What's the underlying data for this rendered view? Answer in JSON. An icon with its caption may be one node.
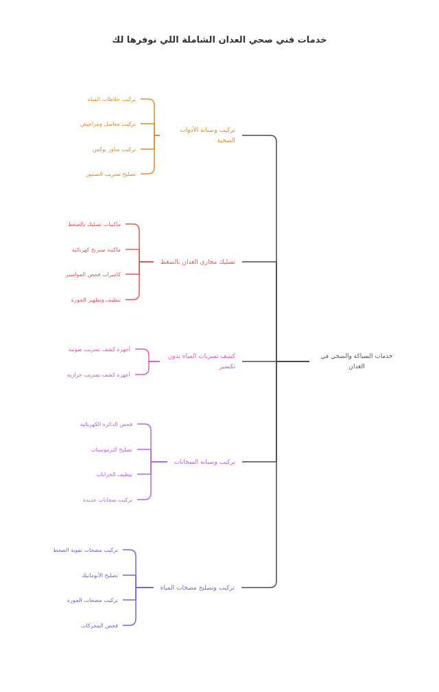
{
  "diagram": {
    "title": "خدمات فني صحي العدان الشاملة اللي نوفرها لك",
    "nodes": [
      {
        "text": [
          "خدمات السباكة والصحي في العدان"
        ]
      },
      {
        "text": [
          "تركيب وصيانة الأدوات الصحية"
        ]
      },
      {
        "text": [
          "تركيب خلاطات المياه"
        ]
      },
      {
        "text": [
          "تركيب مغاسل ومراحيض"
        ]
      },
      {
        "text": [
          "تركيب شاور بوكس"
        ]
      },
      {
        "text": [
          "تصليح تسريب الصنبور"
        ]
      },
      {
        "text": [
          "تسليك مجاري العدان بالضغط"
        ]
      },
      {
        "text": [
          "ماكينات تسليك بالضغط"
        ]
      },
      {
        "text": [
          "ماكينة سبرنج كهربائية"
        ]
      },
      {
        "text": [
          "كاميرات فحص المواسير"
        ]
      },
      {
        "text": [
          "تنظيف وتطهير الجورة"
        ]
      },
      {
        "text": [
          "كشف تسربات المياه بدون تكسير"
        ]
      },
      {
        "text": [
          "أجهزة كشف تسريب صوتية"
        ]
      },
      {
        "text": [
          "أجهزة كشف تسريب حرارية"
        ]
      },
      {
        "text": [
          "تركيب وصيانة السخانات"
        ]
      },
      {
        "text": [
          "فحص الدائرة الكهربائية"
        ]
      },
      {
        "text": [
          "تصليح الثرموستات"
        ]
      },
      {
        "text": [
          "تنظيف الخزانات"
        ]
      },
      {
        "text": [
          "تركيب سخانات جديدة"
        ]
      },
      {
        "text": [
          "تركيب وتصليح مضخات المياه"
        ]
      },
      {
        "text": [
          "تركيب مضخات تقوية الضغط"
        ]
      },
      {
        "text": [
          "تصليح الأتوماتيك"
        ]
      },
      {
        "text": [
          "تركيب مضخات الجورة"
        ]
      },
      {
        "text": [
          "فحص المحركات"
        ]
      }
    ],
    "edges": [
      {
        "from": 0,
        "to": 1,
        "arrow": "none"
      },
      {
        "from": 1,
        "to": 2,
        "arrow": "none",
        "color": "#e08b35"
      },
      {
        "from": 1,
        "to": 3,
        "arrow": "none",
        "color": "#e08b35"
      },
      {
        "from": 1,
        "to": 4,
        "arrow": "none",
        "color": "#e08b35"
      },
      {
        "from": 1,
        "to": 5,
        "arrow": "none",
        "color": "#e08b35"
      },
      {
        "from": 0,
        "to": 6,
        "arrow": "none"
      },
      {
        "from": 6,
        "to": 7,
        "arrow": "none",
        "color": "#d85c5c"
      },
      {
        "from": 6,
        "to": 8,
        "arrow": "none",
        "color": "#d85c5c"
      },
      {
        "from": 6,
        "to": 9,
        "arrow": "none",
        "color": "#d85c5c"
      },
      {
        "from": 6,
        "to": 10,
        "arrow": "none",
        "color": "#d85c5c"
      },
      {
        "from": 0,
        "to": 11,
        "arrow": "none"
      },
      {
        "from": 11,
        "to": 12,
        "arrow": "none",
        "color": "#d75db3"
      },
      {
        "from": 11,
        "to": 13,
        "arrow": "none",
        "color": "#d75db3"
      },
      {
        "from": 0,
        "to": 14,
        "arrow": "none"
      },
      {
        "from": 14,
        "to": 15,
        "arrow": "none",
        "color": "#b467de"
      },
      {
        "from": 14,
        "to": 16,
        "arrow": "none",
        "color": "#b467de"
      },
      {
        "from": 14,
        "to": 17,
        "arrow": "none",
        "color": "#b467de"
      },
      {
        "from": 14,
        "to": 18,
        "arrow": "none",
        "color": "#b467de"
      },
      {
        "from": 0,
        "to": 19,
        "arrow": "none"
      },
      {
        "from": 19,
        "to": 20,
        "arrow": "none",
        "color": "#7b62d6"
      },
      {
        "from": 19,
        "to": 21,
        "arrow": "none",
        "color": "#7b62d6"
      },
      {
        "from": 19,
        "to": 22,
        "arrow": "none",
        "color": "#7b62d6"
      },
      {
        "from": 19,
        "to": 23,
        "arrow": "none",
        "color": "#7b62d6"
      }
    ]
  }
}
